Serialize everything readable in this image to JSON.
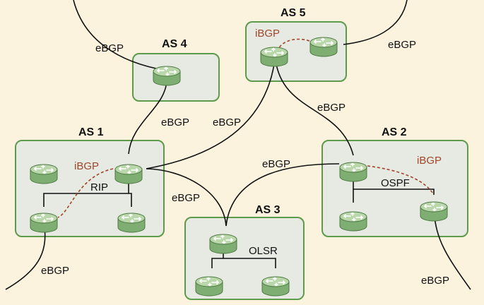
{
  "colors": {
    "background": "#fbf3de",
    "as_box_fill": "#e7eae2",
    "as_box_border": "#5d9a4a",
    "router_top": "#b7d6a8",
    "router_body": "#7fae73",
    "ibgp_text": "#a0462a",
    "ibgp_link": "#a0462a",
    "link": "#111111"
  },
  "icons": {
    "router": "router-icon"
  },
  "systems": {
    "as1": {
      "title": "AS 1",
      "ibgp": "iBGP",
      "igp": "RIP"
    },
    "as2": {
      "title": "AS 2",
      "ibgp": "iBGP",
      "igp": "OSPF"
    },
    "as3": {
      "title": "AS 3",
      "igp": "OLSR"
    },
    "as4": {
      "title": "AS 4"
    },
    "as5": {
      "title": "AS 5",
      "ibgp": "iBGP"
    }
  },
  "links": {
    "ebgp_as5_top_left": "eBGP",
    "ebgp_as5_right": "eBGP",
    "ebgp_as4_as1": "eBGP",
    "ebgp_as1_as5": "eBGP",
    "ebgp_as5_as2": "eBGP",
    "ebgp_as3_as2": "eBGP",
    "ebgp_as1_as3": "eBGP",
    "ebgp_as1_bottom": "eBGP",
    "ebgp_as2_bottom": "eBGP"
  }
}
